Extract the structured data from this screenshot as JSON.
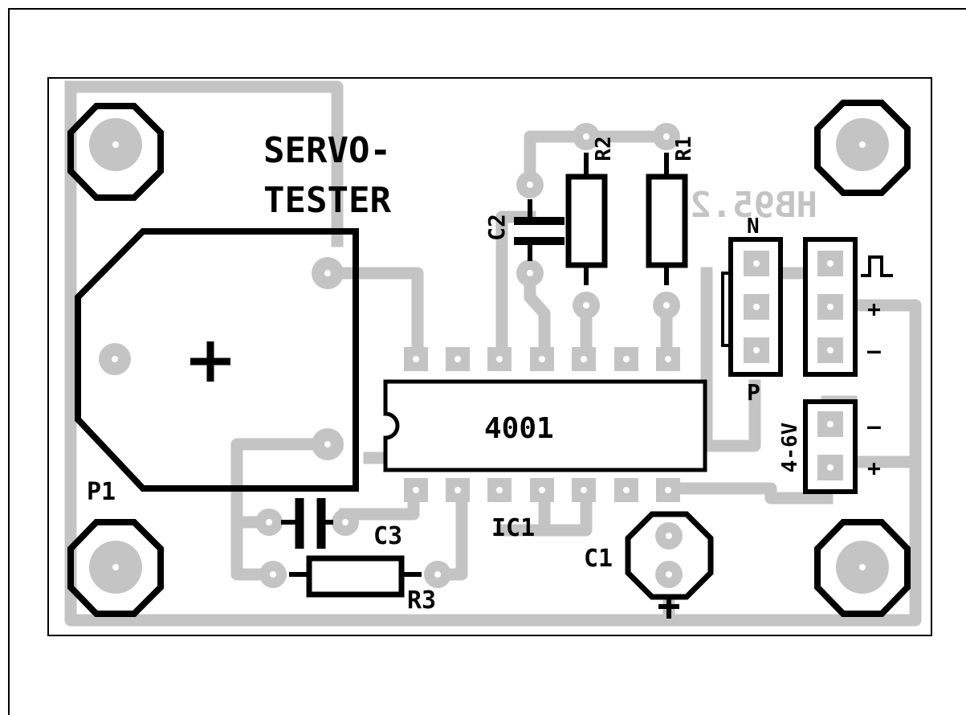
{
  "board": {
    "title_line1": "SERVO-",
    "title_line2": "TESTER",
    "pcb_id": "HB95.2",
    "ic_body_label": "4001",
    "colors": {
      "trace": "#c4c4c4",
      "silkscreen": "#000000",
      "background": "#ffffff"
    }
  },
  "labels": {
    "p1": "P1",
    "c1": "C1",
    "c2": "C2",
    "c3": "C3",
    "r1": "R1",
    "r2": "R2",
    "r3": "R3",
    "ic1": "IC1",
    "conn_n": "N",
    "conn_p": "P",
    "plus": "+",
    "minus": "–",
    "supply": "4-6V",
    "pulse_icon": "pulse-waveform-icon"
  }
}
